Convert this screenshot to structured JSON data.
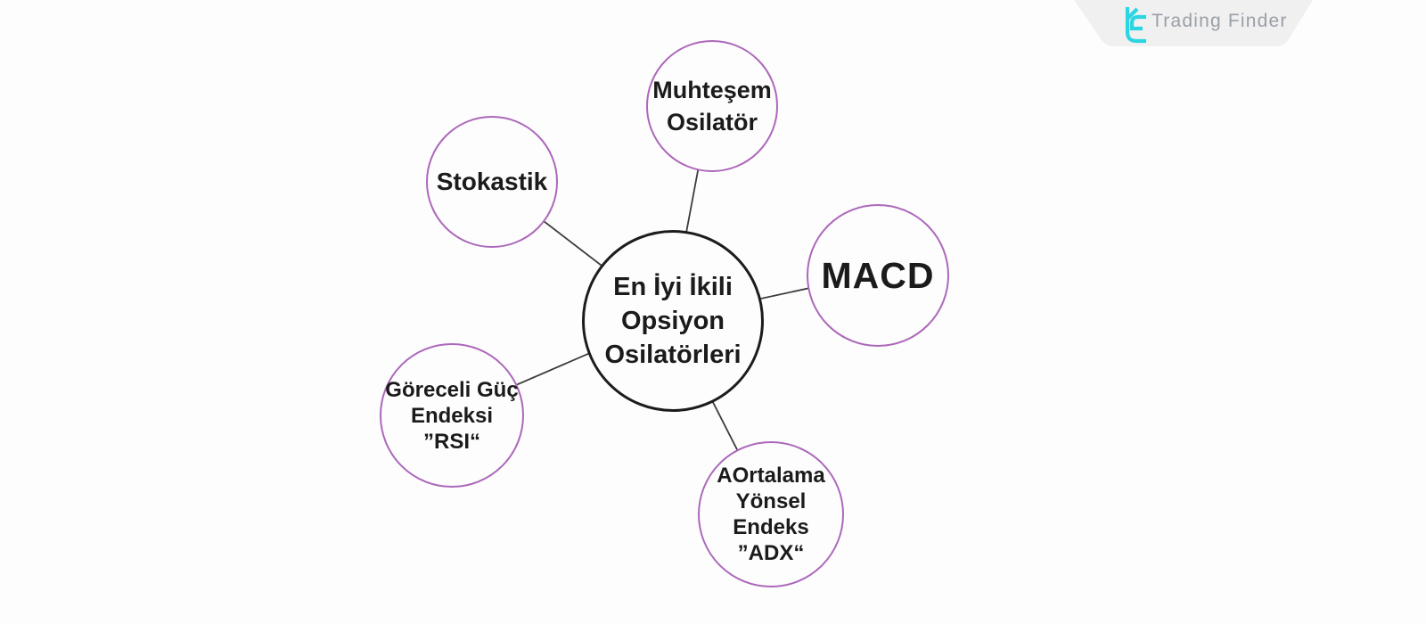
{
  "brand": {
    "name": "Trading Finder",
    "icon": "trading-finder-logo-icon",
    "icon_color": "#2cd5e2",
    "name_color": "#9aa0a6",
    "banner_color": "#f0f0f1"
  },
  "diagram": {
    "title_node": {
      "label_lines": [
        "En İyi İkili",
        "Opsiyon",
        "Osilatörleri"
      ]
    },
    "nodes": [
      {
        "id": "awesome-oscillator",
        "label_lines": [
          "Muhteşem",
          "Osilatör"
        ]
      },
      {
        "id": "stochastic",
        "label_lines": [
          "Stokastik"
        ]
      },
      {
        "id": "macd",
        "label_lines": [
          "MACD"
        ]
      },
      {
        "id": "rsi",
        "label_lines": [
          "Göreceli Güç",
          "Endeksi",
          "”RSI“"
        ]
      },
      {
        "id": "adx",
        "label_lines": [
          "AOrtalama",
          "Yönsel",
          "Endeks",
          "”ADX“"
        ]
      }
    ],
    "colors": {
      "satellite_border": "#ac68ba",
      "center_border": "#1c1c1c",
      "connector": "#3b3b3b",
      "text": "#1b1b1b",
      "background": "#fdfdfd"
    }
  }
}
